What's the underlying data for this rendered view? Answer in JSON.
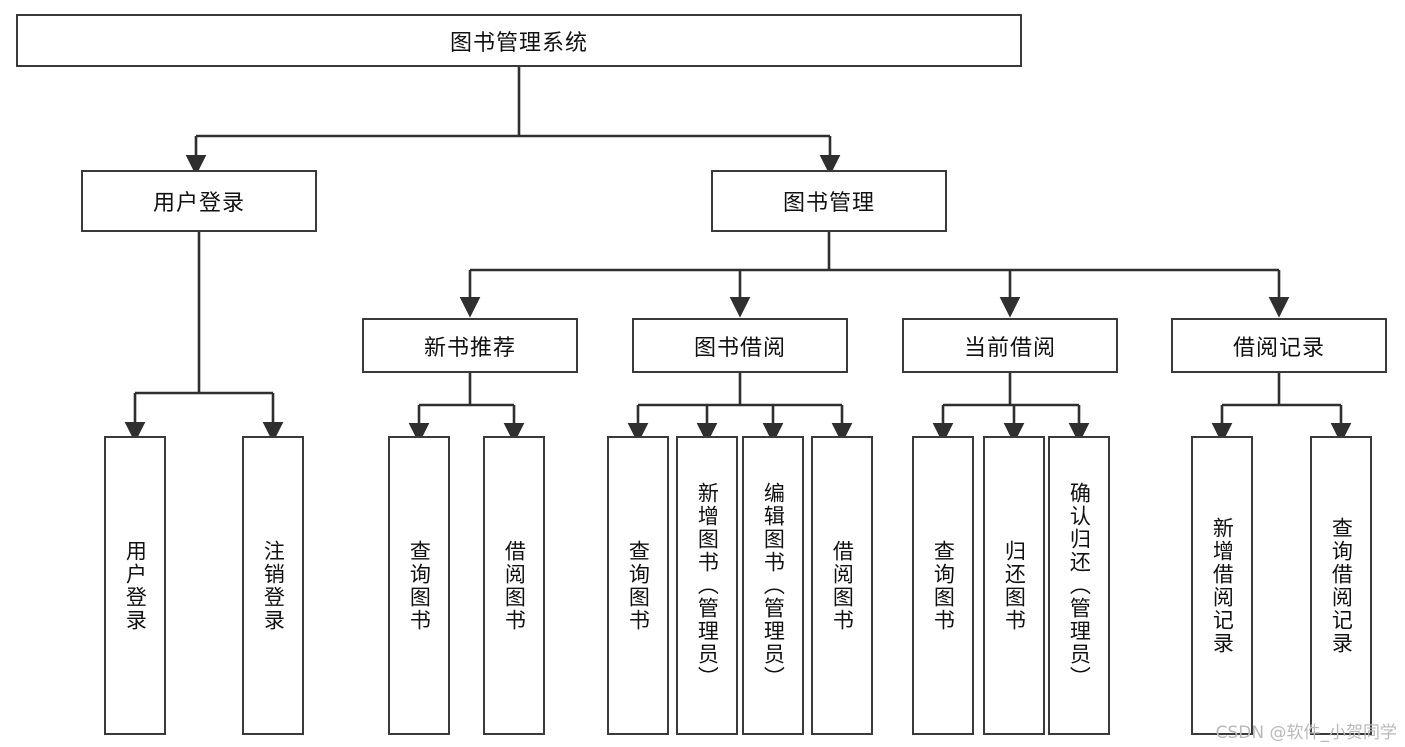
{
  "diagram": {
    "title": "图书管理系统",
    "type": "tree-hierarchy",
    "watermark": "CSDN @软件_小贺同学",
    "colors": {
      "box_border": "#3a3a3a",
      "box_fill": "#ffffff",
      "edge": "#2f2f2f",
      "text": "#111111",
      "watermark": "#b9b9b9"
    },
    "root": {
      "label": "图书管理系统",
      "orientation": "horizontal"
    },
    "level2": [
      {
        "label": "用户登录",
        "orientation": "horizontal"
      },
      {
        "label": "图书管理",
        "orientation": "horizontal"
      }
    ],
    "level3": [
      {
        "label": "新书推荐",
        "orientation": "horizontal"
      },
      {
        "label": "图书借阅",
        "orientation": "horizontal"
      },
      {
        "label": "当前借阅",
        "orientation": "horizontal"
      },
      {
        "label": "借阅记录",
        "orientation": "horizontal"
      }
    ],
    "leaves": {
      "user_login": [
        {
          "label": "用户登录",
          "orientation": "vertical"
        },
        {
          "label": "注销登录",
          "orientation": "vertical"
        }
      ],
      "new_book_recommend": [
        {
          "label": "查询图书",
          "orientation": "vertical"
        },
        {
          "label": "借阅图书",
          "orientation": "vertical"
        }
      ],
      "book_borrow": [
        {
          "label": "查询图书",
          "orientation": "vertical"
        },
        {
          "label": "新增图书（管理员）",
          "orientation": "vertical"
        },
        {
          "label": "编辑图书（管理员）",
          "orientation": "vertical"
        },
        {
          "label": "借阅图书",
          "orientation": "vertical"
        }
      ],
      "current_borrow": [
        {
          "label": "查询图书",
          "orientation": "vertical"
        },
        {
          "label": "归还图书",
          "orientation": "vertical"
        },
        {
          "label": "确认归还（管理员）",
          "orientation": "vertical"
        }
      ],
      "borrow_record": [
        {
          "label": "新增借阅记录",
          "orientation": "vertical"
        },
        {
          "label": "查询借阅记录",
          "orientation": "vertical"
        }
      ]
    }
  }
}
